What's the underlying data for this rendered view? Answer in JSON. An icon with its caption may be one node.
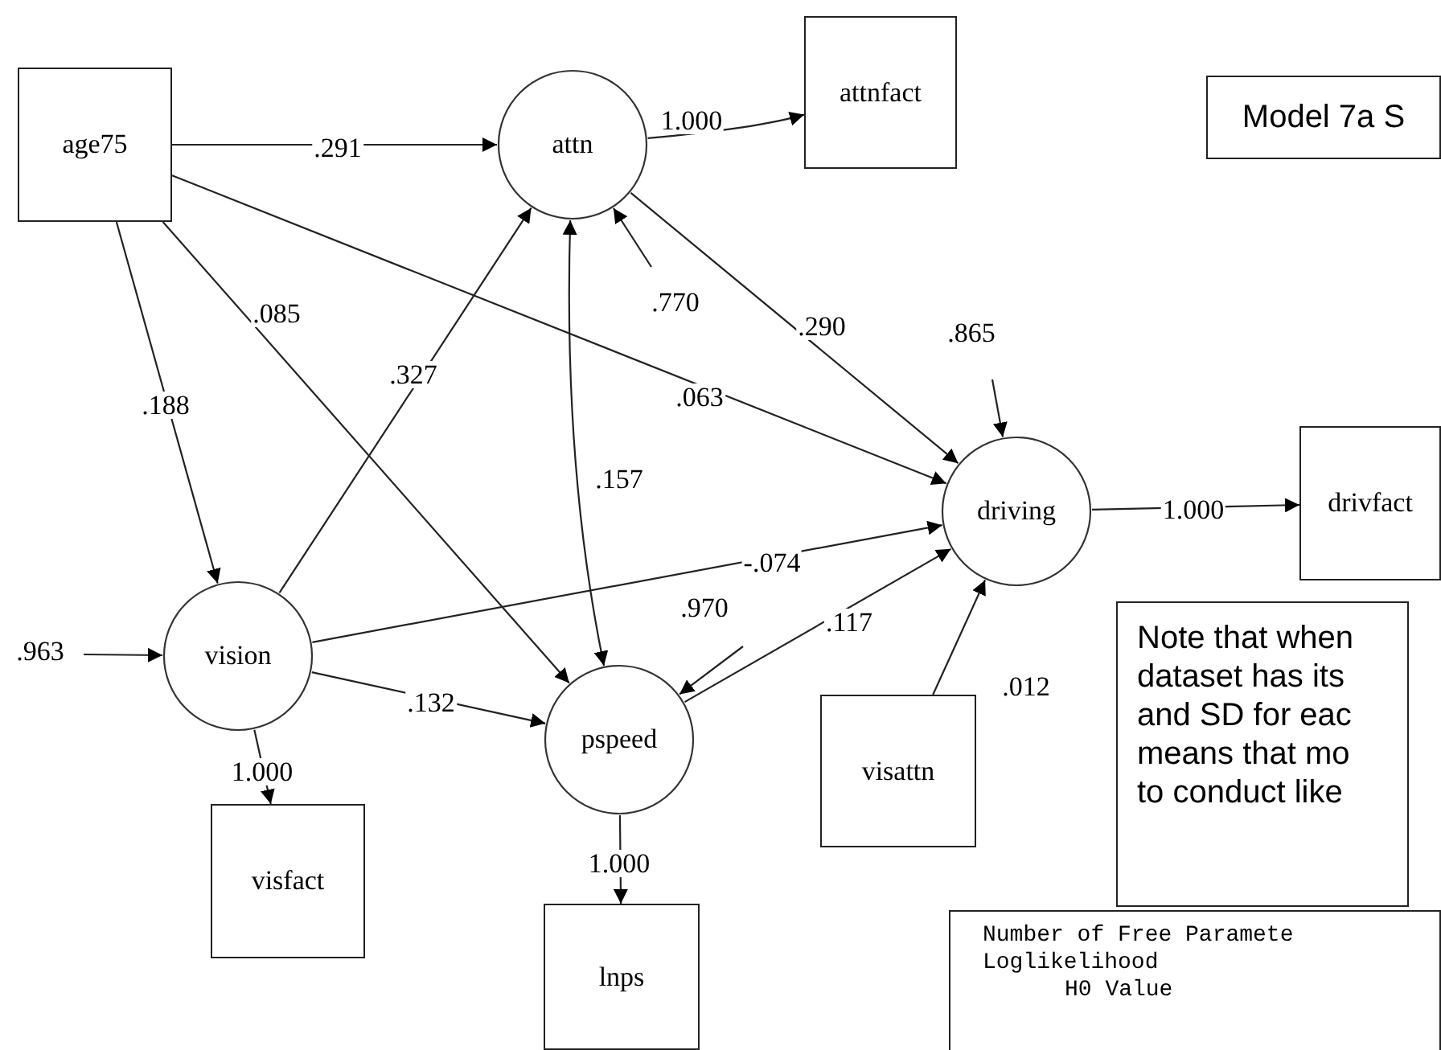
{
  "diagram": {
    "nodes": [
      {
        "text": [
          "age75"
        ]
      },
      {
        "text": [
          "attn"
        ]
      },
      {
        "text": [
          "attnfact"
        ]
      },
      {
        "text": [
          "Model 7a S"
        ]
      },
      {
        "text": [
          "driving"
        ]
      },
      {
        "text": [
          "drivfact"
        ]
      },
      {
        "text": [
          "vision"
        ]
      },
      {
        "text": [
          "pspeed"
        ]
      },
      {
        "text": [
          "visfact"
        ]
      },
      {
        "text": [
          "visattn"
        ]
      },
      {
        "text": [
          "lnps"
        ]
      },
      {
        "text": [
          "Note that when dataset has its and SD for eac means that mo to conduct like"
        ]
      },
      {
        "text": [
          "Number of Free Paramete",
          "Loglikelihood",
          "H0 Value"
        ]
      }
    ],
    "edges": [
      {
        "from": 0,
        "to": 1,
        "arrow": "to",
        "label": ".291"
      },
      {
        "from": 1,
        "to": 2,
        "arrow": "to",
        "label": "1.000"
      },
      {
        "from": 0,
        "to": 4,
        "arrow": "to",
        "label": ".063"
      },
      {
        "from": 0,
        "to": 6,
        "arrow": "to",
        "label": ".188"
      },
      {
        "from": 0,
        "to": 7,
        "arrow": "to",
        "label": ".085"
      },
      {
        "from": 6,
        "to": 1,
        "arrow": "to",
        "label": ".327"
      },
      {
        "from": 1,
        "to": 4,
        "arrow": "to",
        "label": ".290"
      },
      {
        "from": null,
        "to": 4,
        "arrow": "to",
        "label": ".865"
      },
      {
        "from": 1,
        "to": 7,
        "arrow": "both",
        "label": ".157"
      },
      {
        "from": null,
        "to": 1,
        "arrow": "to",
        "label": ".770"
      },
      {
        "from": 6,
        "to": 4,
        "arrow": "to",
        "label": "-.074"
      },
      {
        "from": null,
        "to": 6,
        "arrow": "to",
        "label": ".963"
      },
      {
        "from": 6,
        "to": 7,
        "arrow": "to",
        "label": ".132"
      },
      {
        "from": null,
        "to": 7,
        "arrow": "to",
        "label": ".970"
      },
      {
        "from": 7,
        "to": 4,
        "arrow": "to",
        "label": ".117"
      },
      {
        "from": 9,
        "to": 4,
        "arrow": "to",
        "label": ".012"
      },
      {
        "from": 4,
        "to": 5,
        "arrow": "to",
        "label": "1.000"
      },
      {
        "from": 6,
        "to": 8,
        "arrow": "to",
        "label": "1.000"
      },
      {
        "from": 7,
        "to": 10,
        "arrow": "to",
        "label": "1.000"
      }
    ]
  }
}
